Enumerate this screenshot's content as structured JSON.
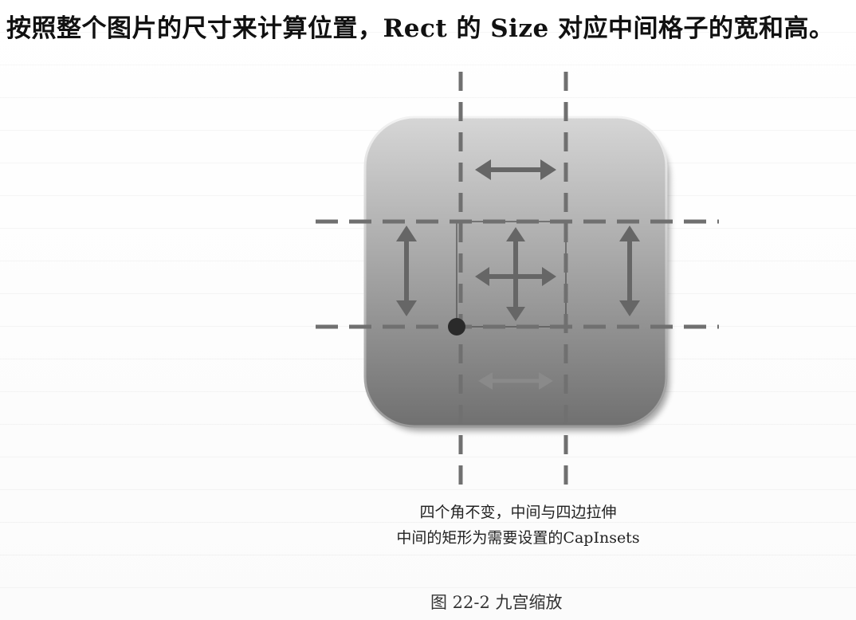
{
  "document": {
    "heading_text": "按照整个图片的尺寸来计算位置，Rect 的 Size 对应中间格子的宽和高。"
  },
  "figure": {
    "caption_line1": "四个角不变，中间与四边拉伸",
    "caption_line2": "中间的矩形为需要设置的CapInsets",
    "label": "图 22-2   九宫缩放",
    "icon_names": [
      "rounded-square-tile",
      "double-arrow-icon",
      "four-way-arrow-icon",
      "anchor-dot"
    ],
    "colors": {
      "tile_light": "#d9d9d9",
      "tile_dark": "#6f6f6f",
      "guide_dashes": "#6e6e6e",
      "arrows": "#6b6b6b",
      "anchor_dot": "#2a2a2a"
    }
  }
}
